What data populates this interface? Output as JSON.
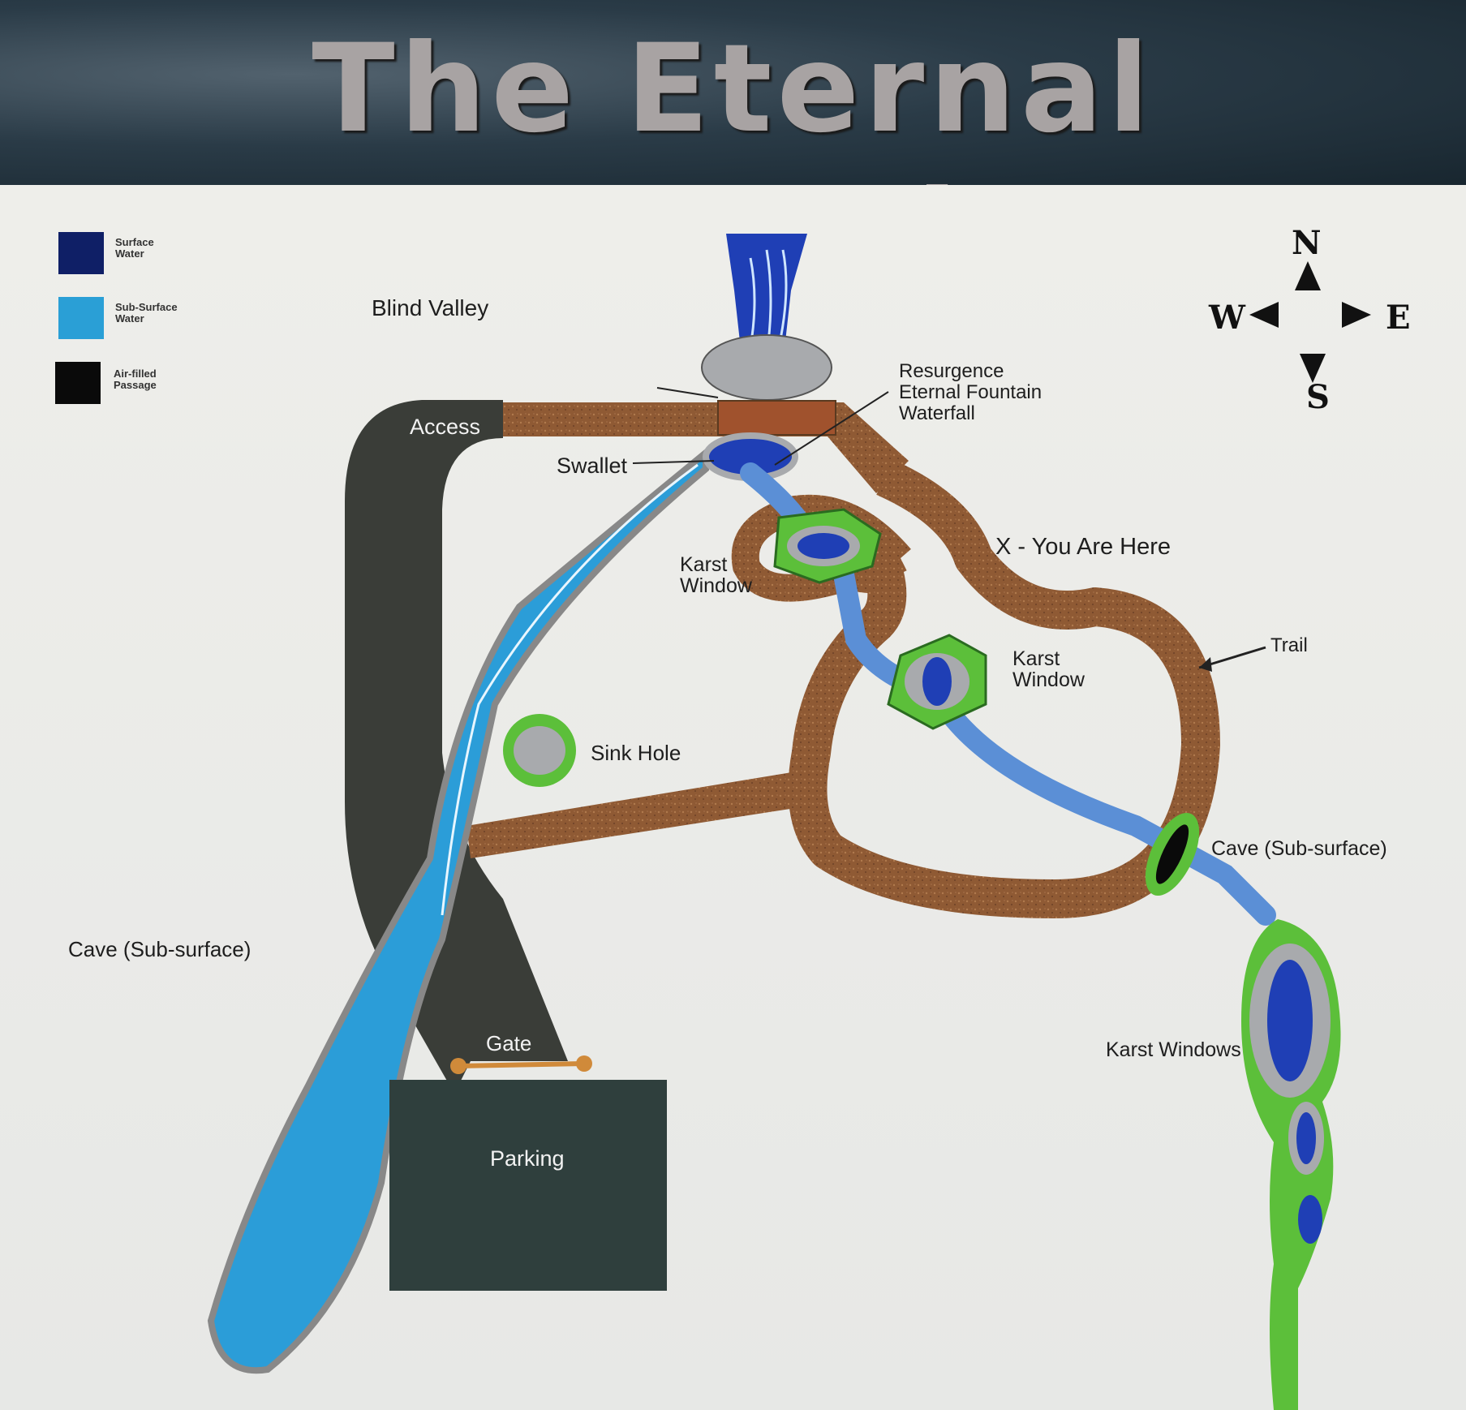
{
  "title": "The Eternal Fountain",
  "legend": [
    {
      "label": "Surface\nWater",
      "color": "#0f1f66"
    },
    {
      "label": "Sub-Surface\nWater",
      "color": "#2a9fd6"
    },
    {
      "label": "Air-filled\nPassage",
      "color": "#0a0a0a"
    }
  ],
  "compass": {
    "n": "N",
    "s": "S",
    "e": "E",
    "w": "W"
  },
  "labels": {
    "blind_valley": "Blind Valley",
    "access": "Access",
    "swallet": "Swallet",
    "resurgence_1": "Resurgence",
    "resurgence_2": "Eternal Fountain",
    "resurgence_3": "Waterfall",
    "karst_window_1a": "Karst",
    "karst_window_1b": "Window",
    "you_are_here": "X - You Are Here",
    "trail": "Trail",
    "karst_window_2a": "Karst",
    "karst_window_2b": "Window",
    "sink_hole": "Sink Hole",
    "cave_sub_right": "Cave (Sub-surface)",
    "cave_sub_left": "Cave (Sub-surface)",
    "karst_windows": "Karst Windows",
    "gate": "Gate",
    "parking": "Parking"
  },
  "colors": {
    "trail": "#8f5a34",
    "access_road": "#3a3d38",
    "parking": "#2f3f3d",
    "vegetation": "#5cbf3a",
    "rock": "#a8aaad",
    "surface_water": "#1f3fb5",
    "subsurface_water": "#2b9dd8"
  }
}
